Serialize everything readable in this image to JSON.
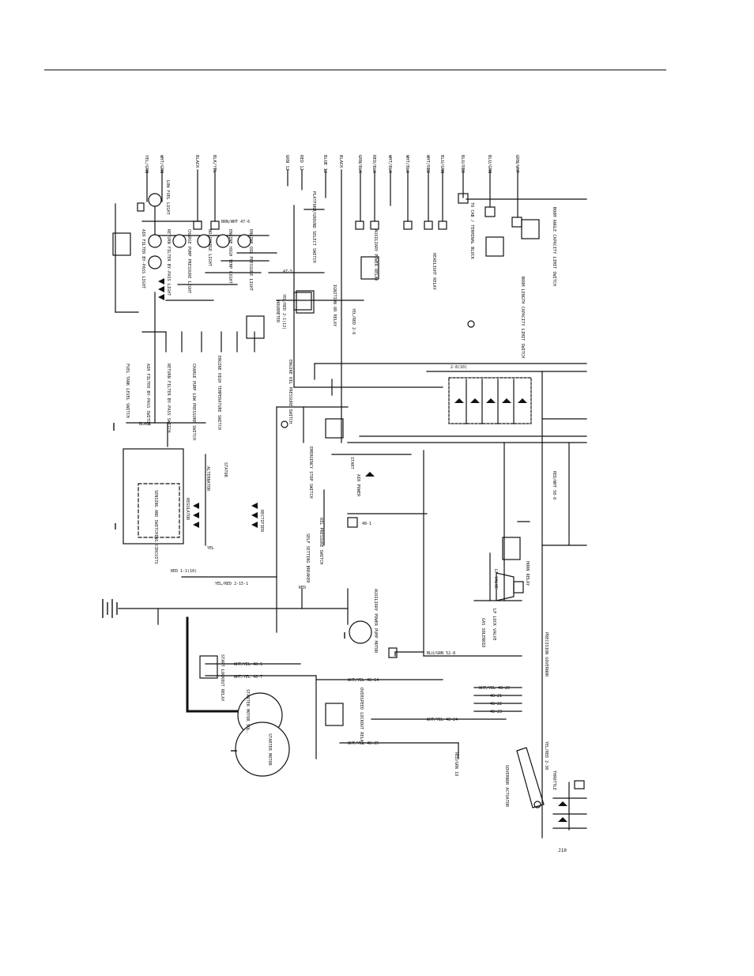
{
  "page": {
    "figure_code": "J10"
  },
  "wires_top": [
    "YEL/GRN",
    "WHT/GRN",
    "BLACK",
    "BLK/YEL",
    "GRN 12",
    "RED 12",
    "BLUE 12",
    "BLACK",
    "GRN/BLK",
    "RED/BLK",
    "WHT/BLK",
    "WHT/BLU",
    "WHT/RED",
    "BLU/GRN",
    "BLU/RED",
    "BLU/GRN",
    "GRN/WHT"
  ],
  "labels": {
    "low_fuel": "LOW FUEL LIGHT",
    "air_filter_bypass": "AIR FILTER BY-PASS LIGHT",
    "return_filter_bypass": "RETURN FILTER BY-PASS LIGHT",
    "charge_pump": "CHARGE PUMP PRESSURE LIGHT",
    "no_charge": "NO CHARGE LIGHT",
    "engine_high_temp": "ENGINE HIGH TEMP LIGHT",
    "engine_oil": "ENGINE OIL PRESSURE LIGHT",
    "platform_ground": "PLATFORM/GROUND SELECT SWITCH",
    "auxiliary_power": "AUXILIARY POWER RELAY",
    "headlight_relay": "HEADLIGHT RELAY",
    "boom_angle": "BOOM ANGLE CAPACITY LIMIT SWITCH",
    "boom_length": "BOOM LENGTH CAPACITY LIMIT SWITCH",
    "ignition_relay": "IGNITION OR RELAY",
    "hourmeter": "HOURMETER",
    "fuel_tank": "FUEL TANK LEVEL SWITCH",
    "air_filter_switch": "AIR FILTER BY-PASS SWITCH",
    "return_filter_switch": "RETURN FILTER BY-PASS SWITCH",
    "charge_pump_switch": "CHARGE PUMP LOW PRESSURE SWITCH",
    "engine_temp_switch": "ENGINE HIGH TEMPERATURE SWITCH",
    "engine_oil_switch": "ENGINE OIL PRESSURE SWITCH",
    "emergency_stop": "EMERGENCY STOP SWITCH",
    "air_power": "AIR POWER",
    "start_label": "START",
    "stator": "STATOR",
    "alternator": "ALTERNATOR",
    "rectifier": "RECTIFIER",
    "regulator": "REGULATOR",
    "sensing": "SENSING AND SWITCHING CIRCUITS",
    "oil_pressure": "OIL PRESSURE SWITCH",
    "self_setting": "SELF SETTING BREAKER",
    "aux_pump_motor": "AUXILIARY POWER PUMP MOTOR",
    "horn_relay": "HORN RELAY",
    "lp_valve": "LP VALVE",
    "lp_lock": "LP LOCK VALVE",
    "gas_solenoid": "GAS SOLENOID",
    "start_lockout": "START LOCKOUT RELAY",
    "starter_sol": "STARTER MOTOR SOL.",
    "starter_motor": "STARTER MOTOR",
    "overspeed": "OVERSPEED LOCKOUT RELAY",
    "precision_governor": "PRECISION GOVERNOR",
    "governor_actuator": "GOVERNOR ACTUATOR",
    "throttle": "THROTTLE",
    "mf_note": "TO CAB / TERMINAL BLOCK"
  },
  "wire_codes": {
    "brn_wht_47": "BRN/WHT 47-6",
    "w47_5": "47-5",
    "yel_red_2_1": "YEL/RED 2-1(12)",
    "yel_red_2_8": "YEL/RED 2-8",
    "w2_8": "2-8(10)",
    "red_wht_50_8": "RED/WHT 50-8",
    "yel_red_2_15": "YEL/RED 2-15-1",
    "red_1_1": "RED 1-1(10)",
    "red": "RED",
    "black": "BLACK",
    "yel": "YEL",
    "wht_yel_48_1": "WHT/YEL 48-1",
    "wht_yel_48_7": "WHT/YEL 48-7",
    "wht_yel_48_14": "WHT/YEL 48-14",
    "wht_yel_48_24": "WHT/YEL 48-24",
    "wht_yel_48_25": "WHT/YEL 48-25",
    "blu_grn_52_8": "BLU/GRN 52-8",
    "yel_red_2_30": "YEL/RED 2-30",
    "red_grn_18": "RED/GRN 18",
    "w48_1": "48-1",
    "w48_20": "WHT/YEL 48-20",
    "w48_21": "48-21",
    "w48_22": "48-22",
    "w48_23": "48-23"
  }
}
